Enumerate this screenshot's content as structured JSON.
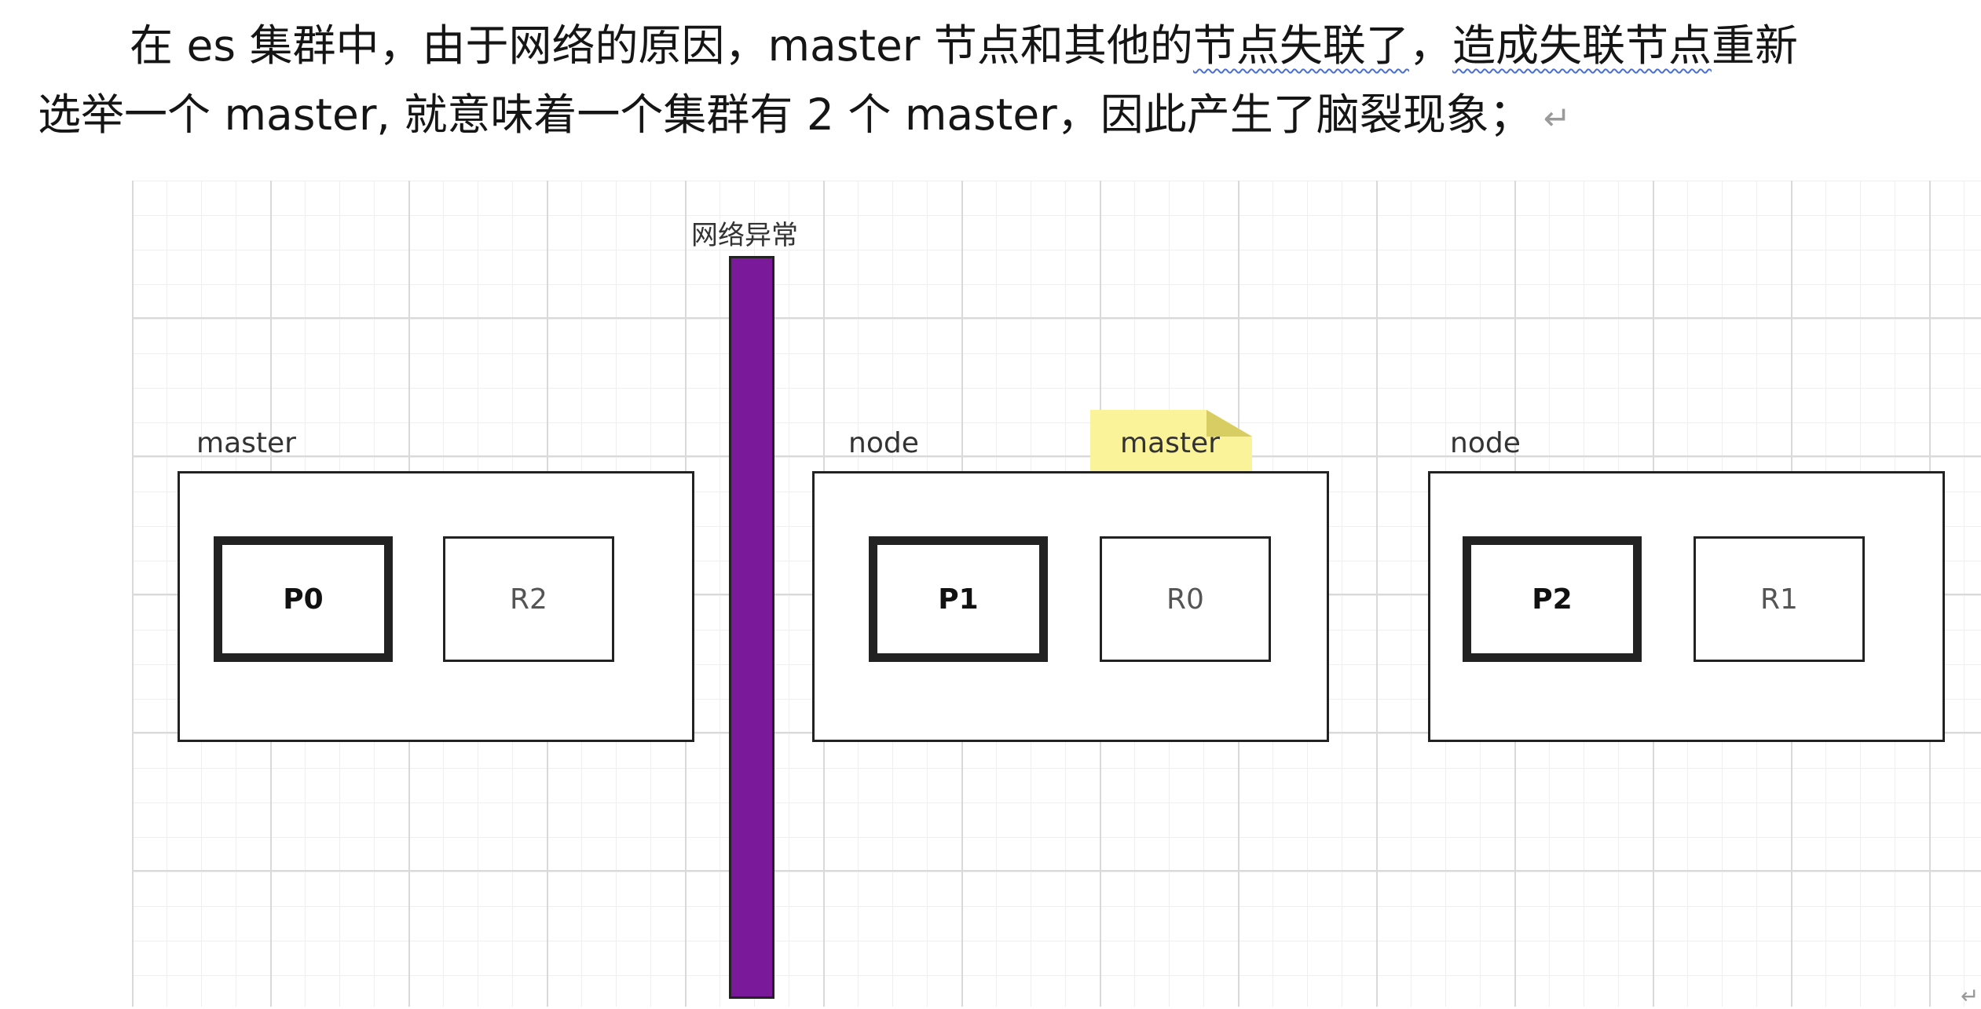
{
  "paragraph": {
    "line1": {
      "seg1": "在 es 集群中，由于网络的原因，master 节点和其他的",
      "seg2": "节点失联了",
      "seg3": "，",
      "seg4": "造成失联节点",
      "seg5": "重新"
    },
    "line2": {
      "text": "选举一个 master, 就意味着一个集群有 2 个 master，因此产生了脑裂现象；",
      "return_mark": "↵"
    }
  },
  "diagram": {
    "network_label": "网络异常",
    "network_bar_color": "#7a1a9b",
    "sticky_color": "#fbf39a",
    "nodes": [
      {
        "label": "master",
        "primary": "P0",
        "replica": "R2"
      },
      {
        "label": "node",
        "sticky_label": "master",
        "primary": "P1",
        "replica": "R0"
      },
      {
        "label": "node",
        "primary": "P2",
        "replica": "R1"
      }
    ],
    "corner_mark": "↵"
  }
}
